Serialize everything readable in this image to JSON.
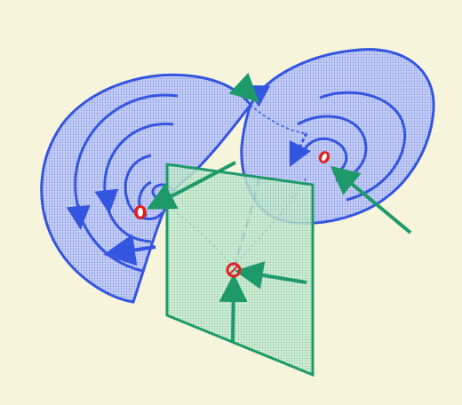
{
  "diagram": {
    "colors": {
      "paper": "#f7f4dc",
      "manifold_stroke": "#3355e0",
      "manifold_fill": "#9fb0ee",
      "plane_stroke": "#1e9a6a",
      "plane_fill": "#8fd3a8",
      "arrow": "#1e9a6a",
      "fixed_point": "#e02020"
    },
    "fixed_points": [
      {
        "role": "left-focus",
        "marker": "oval"
      },
      {
        "role": "right-focus",
        "marker": "oval"
      },
      {
        "role": "origin-saddle",
        "marker": "ring"
      }
    ]
  }
}
